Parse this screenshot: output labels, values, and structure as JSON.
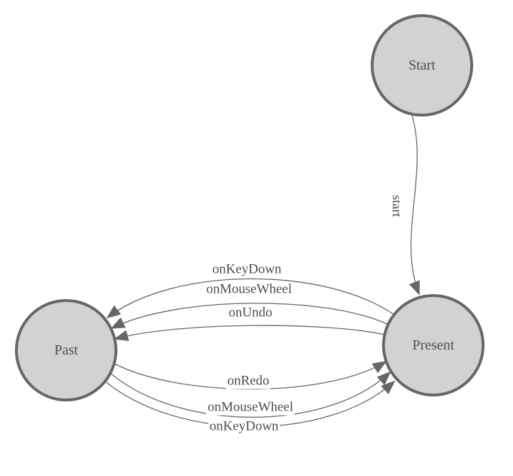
{
  "colors": {
    "node_fill": "#d2d2d2",
    "node_border": "#666666",
    "edge": "#666666",
    "text": "#4d4d4d",
    "background": "#ffffff"
  },
  "diagram": {
    "nodes": [
      {
        "id": "start",
        "label": "Start"
      },
      {
        "id": "past",
        "label": "Past"
      },
      {
        "id": "present",
        "label": "Present"
      }
    ],
    "edges": [
      {
        "from": "Start",
        "to": "Present",
        "label": "start"
      },
      {
        "from": "Present",
        "to": "Past",
        "label": "onKeyDown"
      },
      {
        "from": "Present",
        "to": "Past",
        "label": "onMouseWheel"
      },
      {
        "from": "Present",
        "to": "Past",
        "label": "onUndo"
      },
      {
        "from": "Past",
        "to": "Present",
        "label": "onRedo"
      },
      {
        "from": "Past",
        "to": "Present",
        "label": "onMouseWheel"
      },
      {
        "from": "Past",
        "to": "Present",
        "label": "onKeyDown"
      }
    ]
  }
}
